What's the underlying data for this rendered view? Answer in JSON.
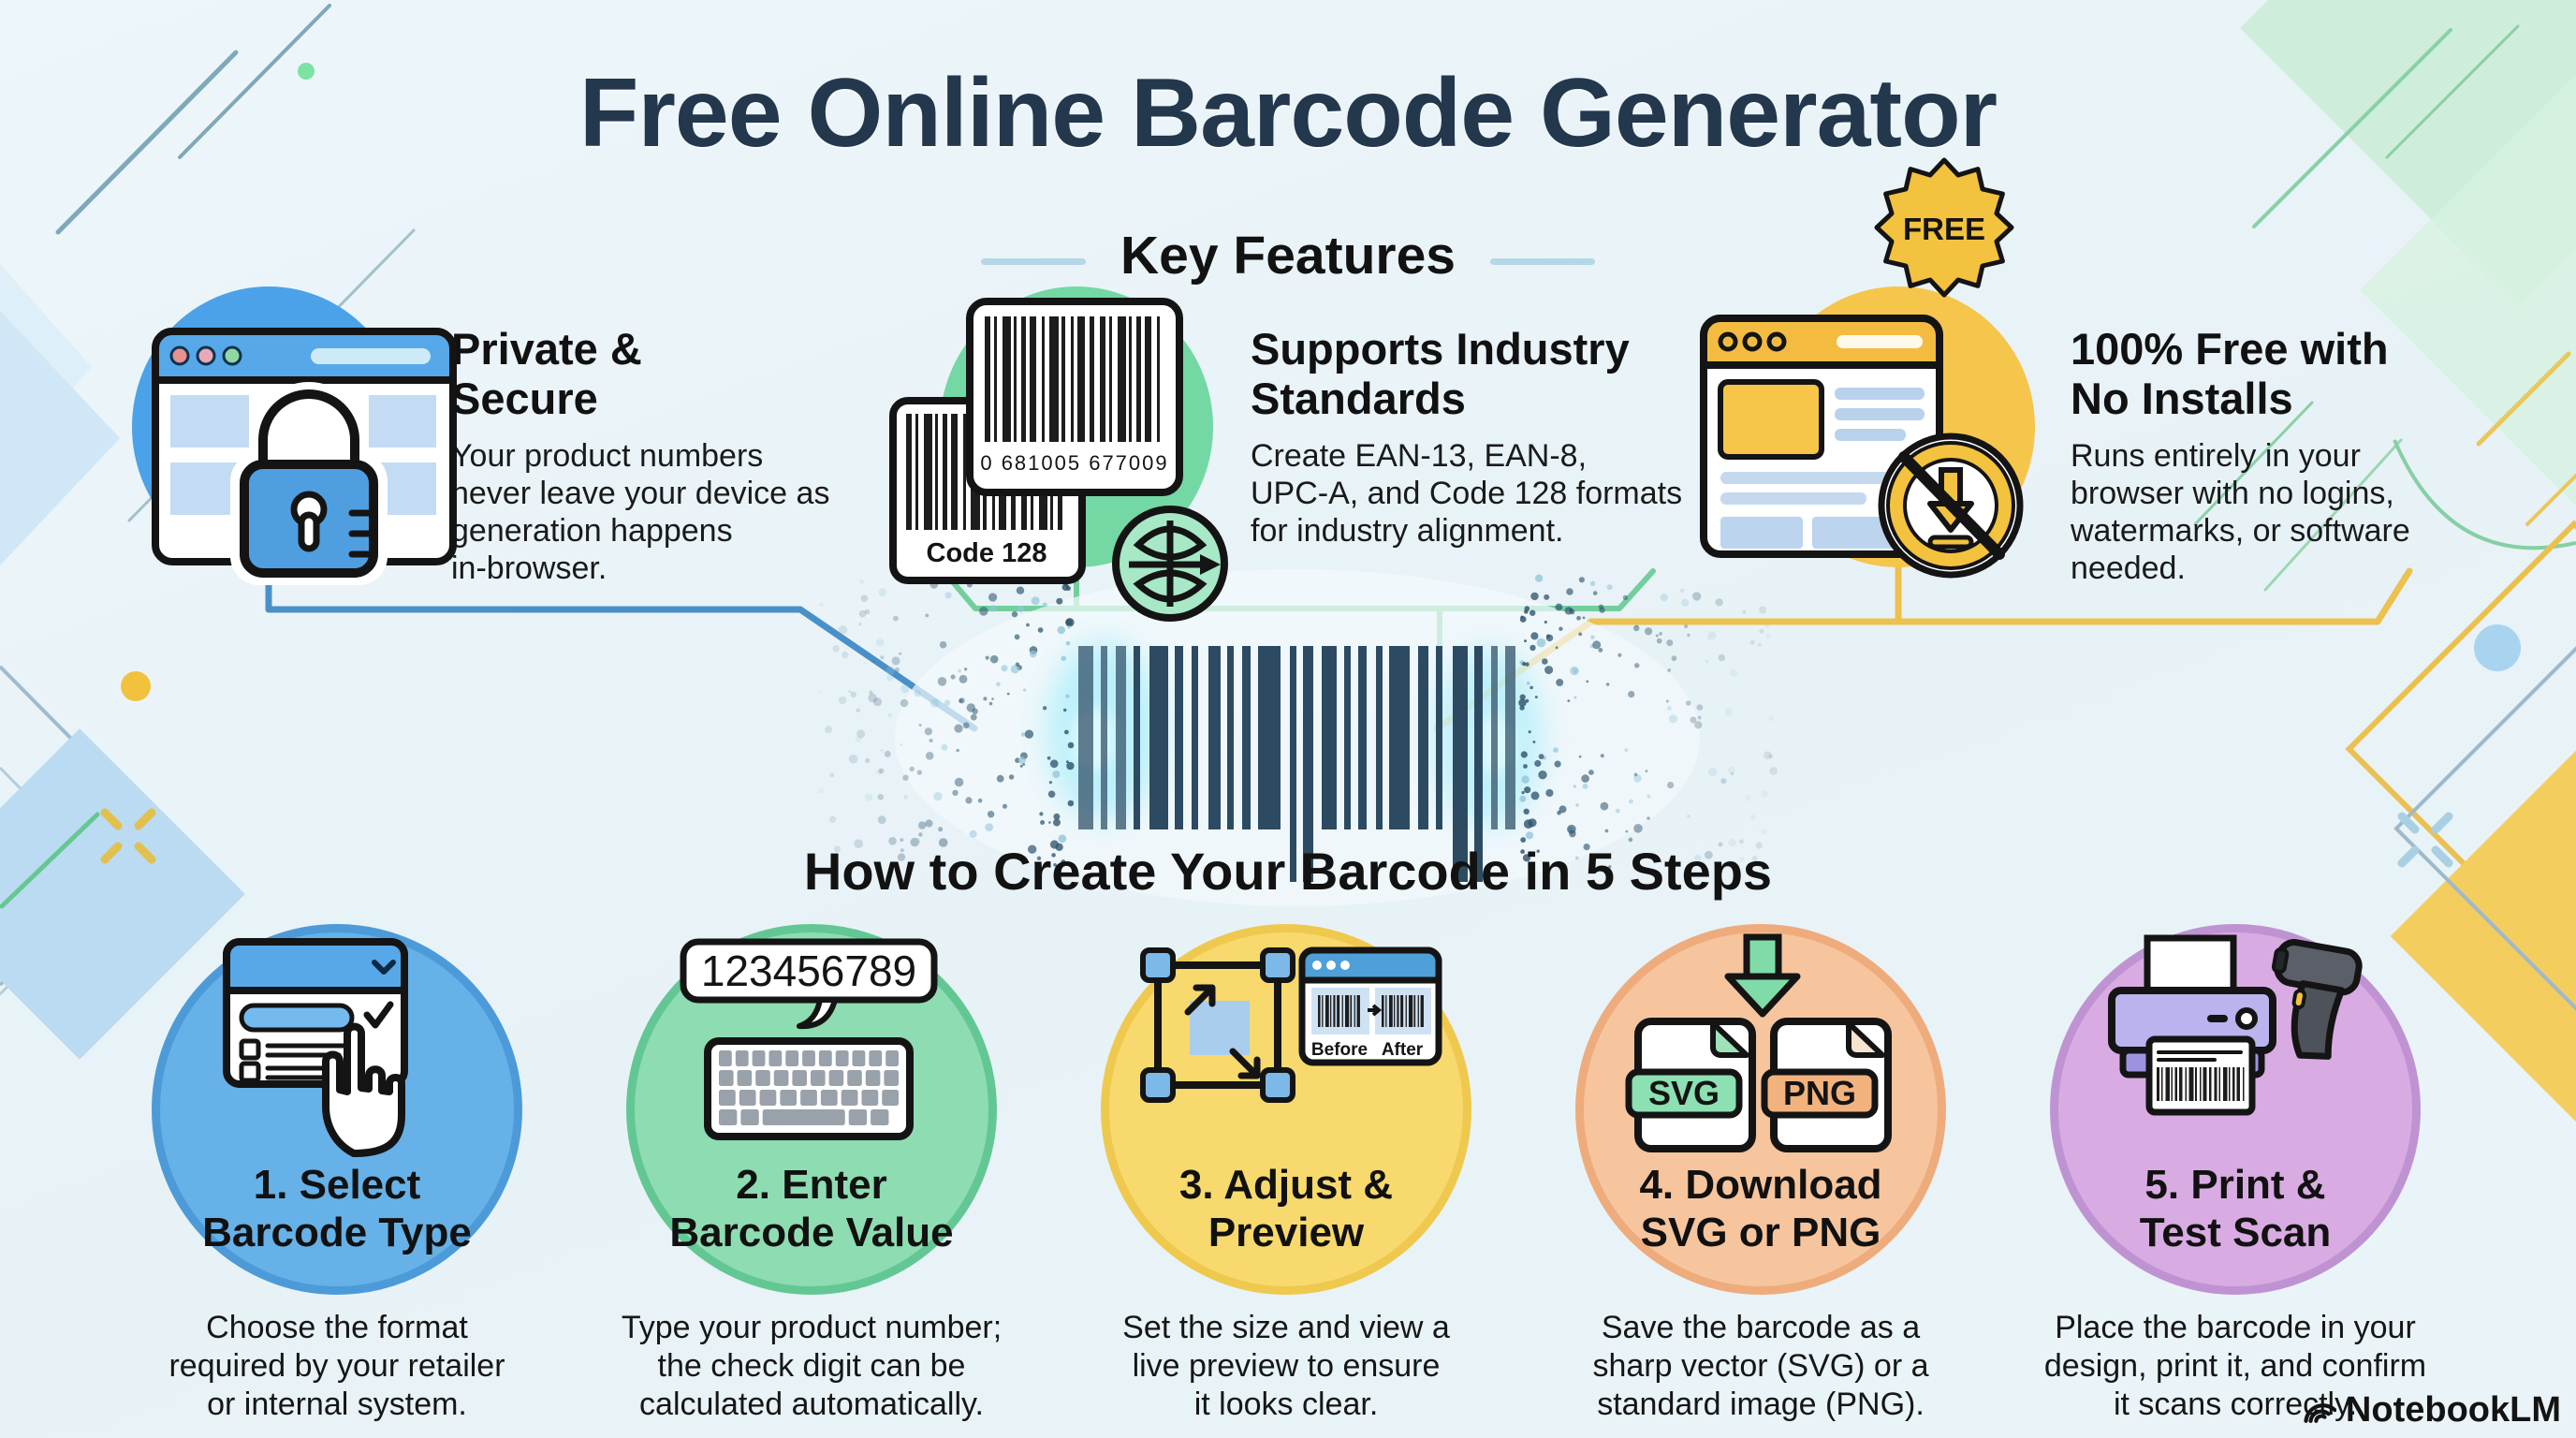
{
  "title": "Free Online Barcode Generator",
  "features_section": {
    "heading": "Key Features"
  },
  "features": [
    {
      "title": "Private &\nSecure",
      "body": "Your product numbers\nnever leave your device as\ngeneration happens\nin-browser."
    },
    {
      "title": "Supports Industry\nStandards",
      "body": "Create EAN-13, EAN-8,\nUPC-A, and Code 128 formats\nfor industry alignment.",
      "icon_labels": {
        "barcode_number": "0 681005 677009",
        "code128": "Code 128"
      }
    },
    {
      "title": "100% Free with\nNo Installs",
      "body": "Runs entirely in your\nbrowser with no logins,\nwatermarks, or software\nneeded.",
      "icon_labels": {
        "badge": "FREE"
      }
    }
  ],
  "steps_section": {
    "heading": "How to Create Your Barcode in 5 Steps"
  },
  "steps": [
    {
      "title": "1. Select\nBarcode Type",
      "desc": "Choose the format\nrequired by your retailer\nor internal system."
    },
    {
      "title": "2. Enter\nBarcode Value",
      "desc": "Type your product number;\nthe check digit can be\ncalculated automatically.",
      "icon_labels": {
        "value": "123456789"
      }
    },
    {
      "title": "3. Adjust &\nPreview",
      "desc": "Set the size and view a\nlive preview to ensure\nit looks clear.",
      "icon_labels": {
        "before": "Before",
        "after": "After"
      }
    },
    {
      "title": "4. Download\nSVG or PNG",
      "desc": "Save the barcode as a\nsharp vector (SVG) or a\nstandard image (PNG).",
      "icon_labels": {
        "svg": "SVG",
        "png": "PNG"
      }
    },
    {
      "title": "5. Print &\nTest Scan",
      "desc": "Place the barcode in your\ndesign, print it, and confirm\nit scans correctly."
    }
  ],
  "footer": {
    "brand": "NotebookLM"
  },
  "colors": {
    "background": "#eaf4f8",
    "title": "#23374d",
    "feature_blue": "#4ba2e8",
    "feature_green": "#74d8a4",
    "feature_yellow": "#f6c54c",
    "step_blue": "#66b1e8",
    "step_green": "#8edcb2",
    "step_yellow": "#f8d96d",
    "step_orange": "#f6c59d",
    "step_purple": "#d9abe3",
    "connector_blue": "#4a90c8",
    "connector_green": "#72cf9c",
    "connector_yellow": "#edc14f",
    "barcode_bar": "#2c4b62",
    "glow_cyan": "#8feafa"
  }
}
